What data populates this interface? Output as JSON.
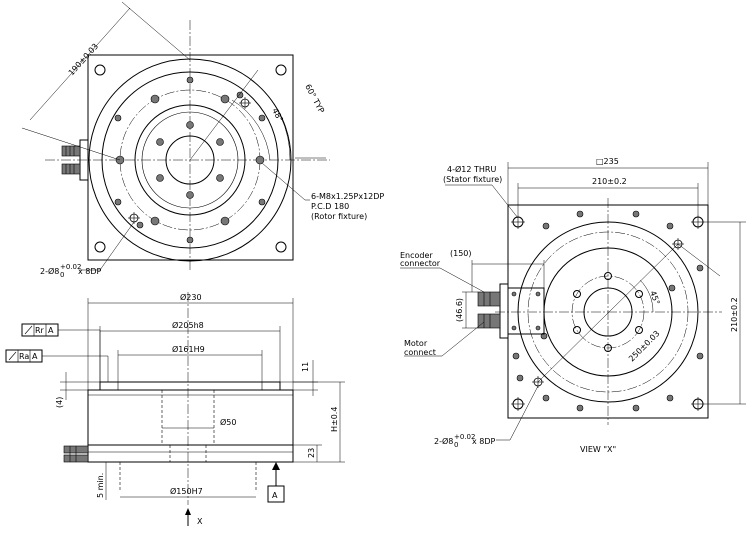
{
  "top_view": {
    "dim_diagonal": "190±0.03",
    "dim_angle_typ": "60° TYP",
    "dim_angle_48": "48°",
    "note_rotor_line1": "6-M8x1.25Px12DP",
    "note_rotor_line2": "P.C.D 180",
    "note_rotor_line3": "(Rotor fixture)",
    "note_pin_main": "2-Ø8",
    "note_pin_tol_upper": "+0.02",
    "note_pin_tol_lower": "0",
    "note_pin_suffix": "x 8DP"
  },
  "side_view": {
    "dim_230": "Ø230",
    "dim_205": "Ø205h8",
    "dim_161": "Ø161H9",
    "dim_50": "Ø50",
    "dim_150": "Ø150H7",
    "dim_11": "11",
    "dim_4": "(4)",
    "dim_h": "H±0.4",
    "dim_23": "23",
    "dim_5min": "5 min.",
    "runout_rr": "Rr",
    "runout_ra": "Ra",
    "datum": "A",
    "datum_ref_1": "A",
    "datum_ref_2": "A",
    "view_arrow_label": "X"
  },
  "view_x": {
    "dim_235": "□235",
    "dim_210_top": "210±0.2",
    "dim_210_side": "210±0.2",
    "note_thru_line1": "4-Ø12 THRU",
    "note_thru_line2": "(Stator fixture)",
    "dim_150": "(150)",
    "dim_46": "(46.6)",
    "encoder_line1": "Encoder",
    "encoder_line2": "connector",
    "motor_line1": "Motor",
    "motor_line2": "connect",
    "dim_45": "45°",
    "dim_250": "250±0.03",
    "note_pin_main": "2-Ø8",
    "note_pin_tol_upper": "+0.02",
    "note_pin_tol_lower": "0",
    "note_pin_suffix": "x 8DP",
    "title": "VIEW \"X\""
  }
}
